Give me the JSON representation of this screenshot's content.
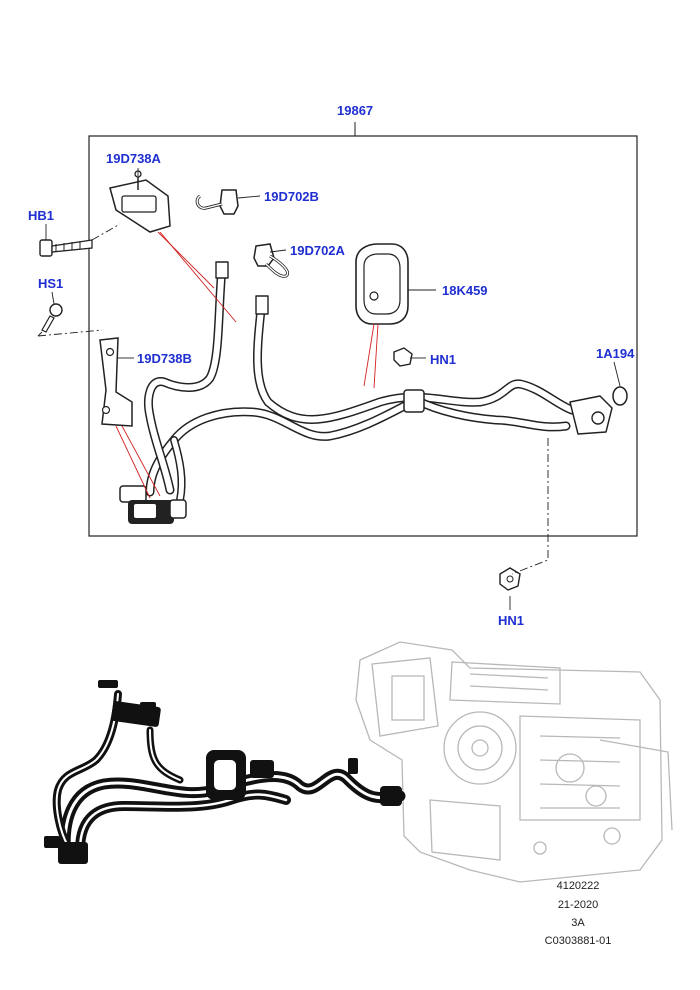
{
  "callouts": {
    "kit": "19867",
    "sensor_a": "19D738A",
    "hb1": "HB1",
    "hs1": "HS1",
    "valve_b": "19D702B",
    "valve_a": "19D702A",
    "insulator": "18K459",
    "bracket_b": "19D738B",
    "hn1_inner": "HN1",
    "oring": "1A194",
    "hn1_outer": "HN1"
  },
  "reference": [
    "4120222",
    "21-2020",
    "3A",
    "C0303881-01"
  ],
  "colors": {
    "callout_text": "#1f2fd1",
    "line_art": "#222222",
    "leader_red": "#d42020",
    "ghost_unit": "#b8b8b8"
  }
}
